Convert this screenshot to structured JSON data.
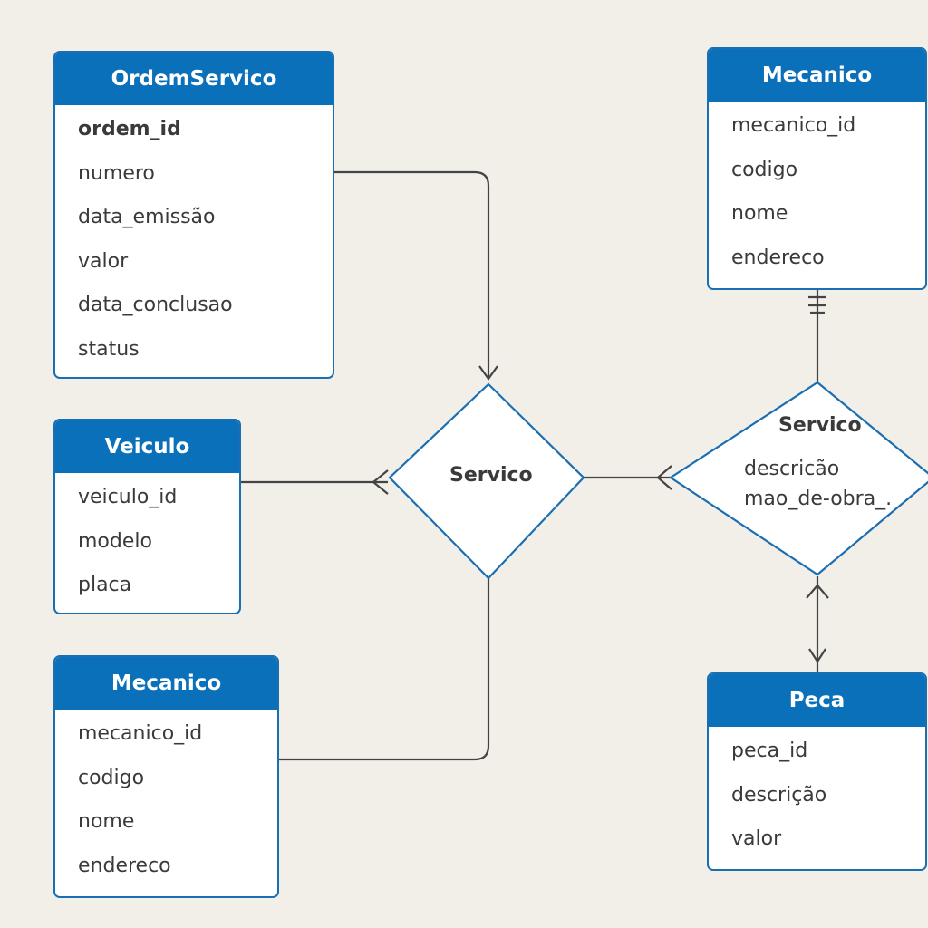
{
  "entities": {
    "ordem_servico": {
      "title": "OrdemServico",
      "attrs": [
        "ordem_id",
        "numero",
        "data_emissão",
        "valor",
        "data_conclusao",
        "status"
      ]
    },
    "veiculo": {
      "title": "Veiculo",
      "attrs": [
        "veiculo_id",
        "modelo",
        "placa"
      ]
    },
    "mecanico_left": {
      "title": "Mecanico",
      "attrs": [
        "mecanico_id",
        "codigo",
        "nome",
        "endereco"
      ]
    },
    "mecanico_right": {
      "title": "Mecanico",
      "attrs": [
        "mecanico_id",
        "codigo",
        "nome",
        "endereco"
      ]
    },
    "peca": {
      "title": "Peca",
      "attrs": [
        "peca_id",
        "descrição",
        "valor"
      ]
    }
  },
  "relationships": {
    "servico_center": {
      "label": "Servico"
    },
    "servico_right": {
      "label": "Servico",
      "attrs": [
        "descricão",
        "mao_de-obra_."
      ]
    }
  },
  "colors": {
    "header": "#0a70b9",
    "border": "#1a6fb3",
    "line": "#444444",
    "background": "#f2efe9"
  }
}
